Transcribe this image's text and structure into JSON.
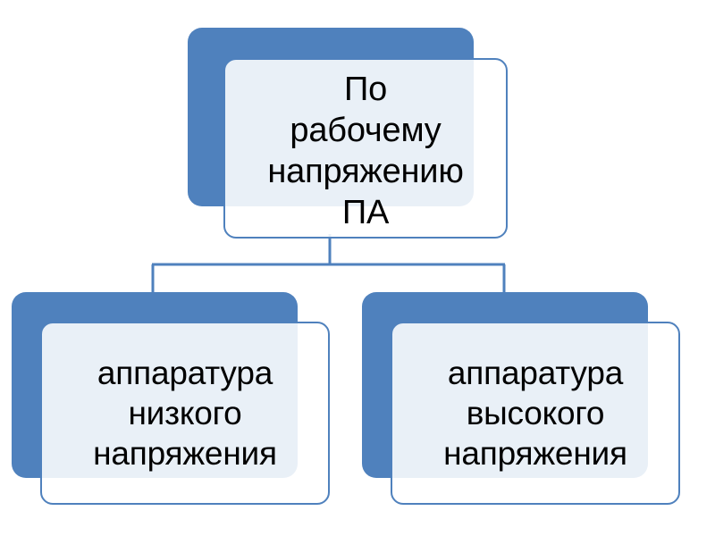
{
  "diagram": {
    "type": "organization-chart",
    "title": "По рабочему напряжению ПА",
    "colors": {
      "shadow_fill": "#4F81BD",
      "card_border": "#4F81BD",
      "card_fill": "#FFFFFF",
      "overlap_tint": "#EBEFF7",
      "connector": "#4F81BD",
      "text": "#000000",
      "background": "#FFFFFF"
    },
    "root": {
      "id": "root",
      "text": "По\nрабочему\nнапряжению\nПА",
      "lines": [
        "По",
        "рабочему",
        "напряжению",
        "ПА"
      ]
    },
    "children": [
      {
        "id": "child-low",
        "text": "аппаратура\nнизкого\nнапряжения",
        "lines": [
          "аппаратура",
          "низкого",
          "напряжения"
        ]
      },
      {
        "id": "child-high",
        "text": "аппаратура\nвысокого\nнапряжения",
        "lines": [
          "аппаратура",
          "высокого",
          "напряжения"
        ]
      }
    ],
    "connectors": [
      {
        "id": "stem",
        "from": "root",
        "to": "branch-bar"
      },
      {
        "id": "branch-left",
        "from": "branch-bar",
        "to": "child-low"
      },
      {
        "id": "branch-right",
        "from": "branch-bar",
        "to": "child-high"
      }
    ]
  }
}
